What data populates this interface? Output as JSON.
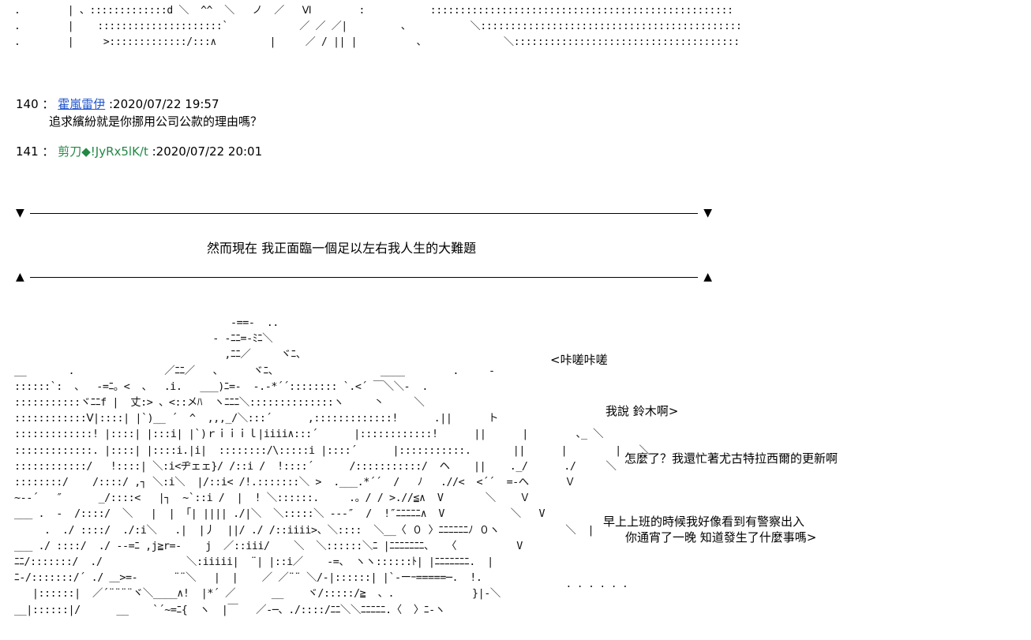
{
  "top_art": [
    ".        | 、:::::::::::::d ＼  ^^  ＼   ノ  ／   Ⅵ        :           :::::::::::::::::::::::::::::::::::::::::::::::::::",
    ".        |    :::::::::::::::::::::`            ／ ／ ／|         、          ＼::::::::::::::::::::::::::::::::::::::::::::",
    ".        |     >:::::::::::::/:::∧         |     ／ / || |          、             ＼::::::::::::::::::::::::::::::::::::::"
  ],
  "posts": [
    {
      "number": "140",
      "sep": "：",
      "name": "霍嵐雷伊",
      "date": " :2020/07/22 19:57",
      "message": "追求繽紛就是你挪用公司公款的理由嗎？"
    },
    {
      "number": "141",
      "sep": "：",
      "name": "剪刀◆!JyRx5lK/t",
      "date": " :2020/07/22 20:01"
    }
  ],
  "divider": {
    "down": "▼",
    "up": "▲"
  },
  "narration": "然而現在 我正面臨一個足以左右我人生的大難題",
  "main_art": [
    "                                    -==-  ..",
    "                                 - -ﾆﾆ=-ﾐﾆ＼",
    "                                   ,ﾆﾆ／     ヾﾆ、",
    "__       .               ／ﾆﾆ／   、     ヾﾆ、                 ____        .     -",
    "::::::`:  、  -=ﾆ。<  、  .i.   ___)ﾆ=-  -.-*´´:::::::: `.<´ ￣＼＼-  .",
    ":::::::::::ヾﾆﾆf |  丈:> 、<::メﾊ  ヽﾆﾆﾆ＼::::::::::::::ヽ     丶     ＼",
    "::::::::::::Ⅴ|::::| |`)__ ´  ^  ,,,_/＼:::´      ,:::::::::::::!      .||      ト",
    ":::::::::::::! |::::| |:::i| |`)ｒｉｉｉｌ|iiii∧:::´      |::::::::::::!      ||      |        ､_ ＼",
    ":::::::::::::. |::::| |::::i.|i|  ::::::::/\\:::::i |::::´      |:::::::::::.       ||      |        |   ＼",
    "::::::::::::/   !::::| ＼:i<ヂェェ}/ /::i /  !::::´      /:::::::::::/  ヘ    ||    ._/      ./     ＼",
    "::::::::/    /::::/ ,┐ ＼:i＼  |/::i< /!.:::::::＼ >  .___.*´´  /   ﾉ   .//<  <´´  =-へ      Ｖ",
    "~--´   ″      _/::::<   |┐  ~`::i /  |  ! ＼::::::.     .。/ / >.//≦∧  V       ＼    Ｖ",
    "___ .  -  /::::/  ＼   |  | 「| |||| ./|＼  ＼:::::＼ ---″  /  !″ﾆﾆﾆﾆﾆ∧  V           ＼   V",
    "     .  ./ ::::/  ./:i＼   .|  |丿  ||/ ./ /::iiii>、＼::::  ＼__〈 ０ 〉ﾆﾆﾆﾆﾆﾆﾉ ０ヽ           ＼  |",
    "___ ./ ::::/  ./ --=ﾆ ,j≧r=-    j  ／::iii/    ＼  ＼::::::＼ﾆ |ﾆﾆﾆﾆﾆﾆﾆ、  〈          V",
    "ﾆﾆ/:::::::/  ./              ＼:iiiii|  ¨| |::i／    -=、 ヽヽ::::::ﾄ| |ﾆﾆﾆﾆﾆﾆﾆ.  |",
    "ﾆ-/:::::::/´ ./ ＿>=-      ¨¨＼   |  |    ／ ／¨¨ ＼/-|::::::| |`-ーｰ=====─.  !.",
    "   |::::::|  ／´¨¨¨¨ヾ＼____∧!  |*´ ／      __    ヾ/:::::/≧  、.             }|-＼",
    "__|::::::|/      __    `´~=ﾆ{  ヽ  |￣   ／-─、./::::/ﾆﾆ＼＼ﾆﾆﾆﾆﾆ.〈  〉ﾆ-ヽ"
  ],
  "dialogue": [
    "<咔嗟咔嗟",
    "我說 鈴木啊>",
    "怎麼了？我還忙著尤古特拉西爾的更新啊",
    "早上上班的時候我好像看到有警察出入",
    "你通宵了一晚 知道發生了什麼事嗎>",
    ".  .  .  .  .  ."
  ]
}
